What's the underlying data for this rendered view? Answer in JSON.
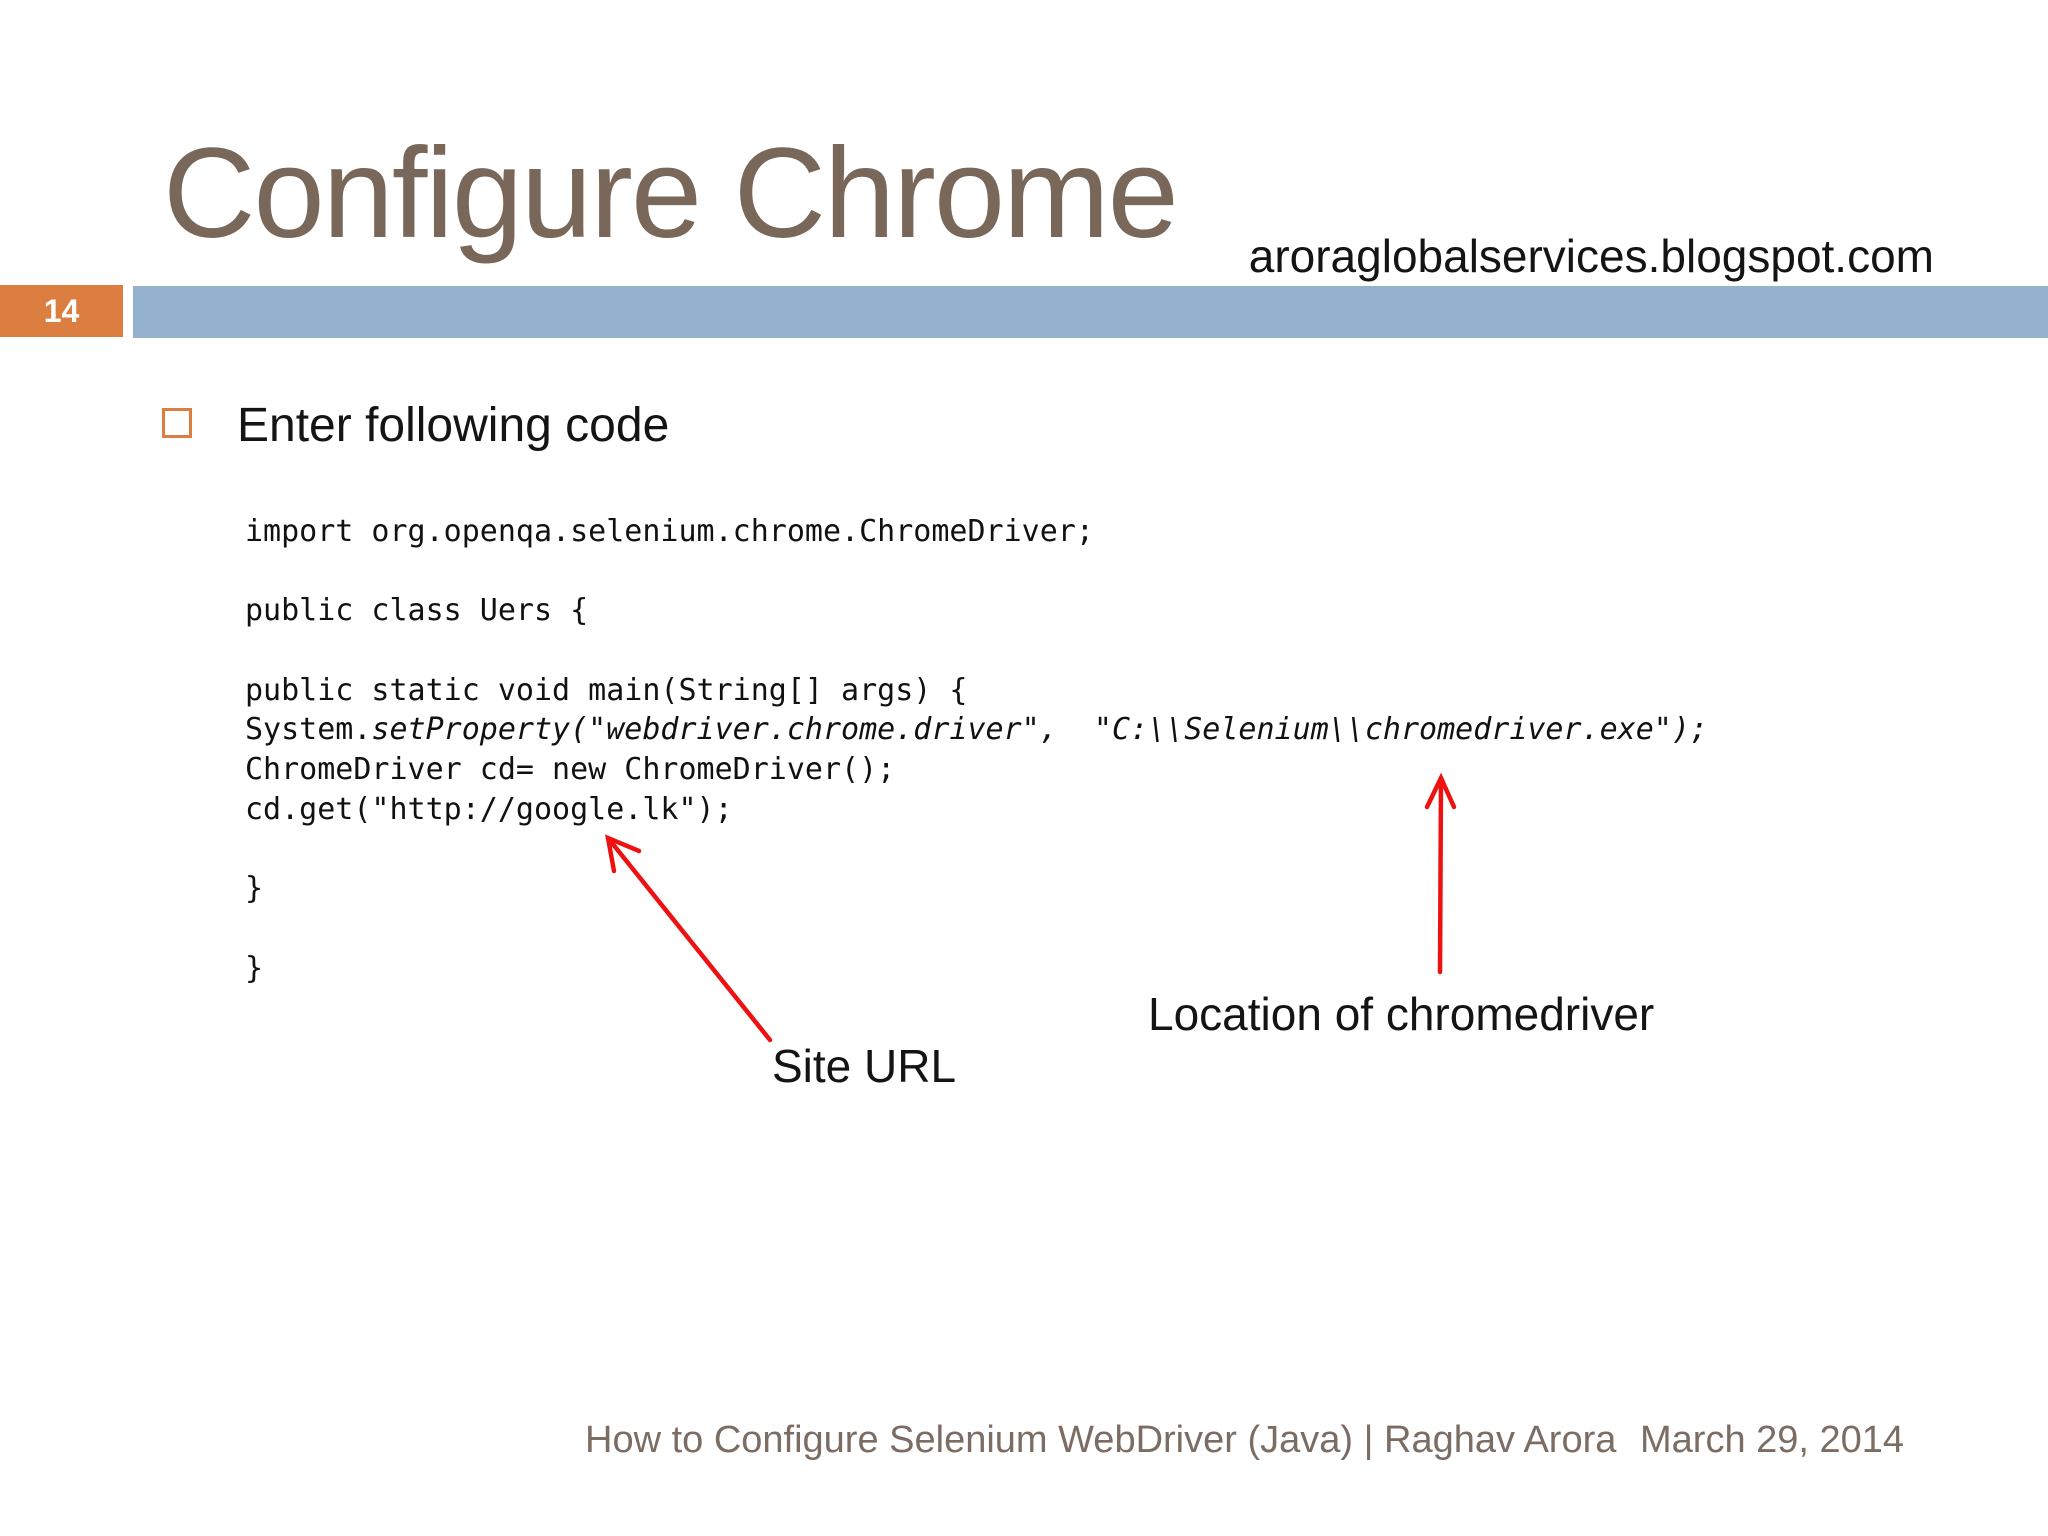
{
  "slide": {
    "title": "Configure Chrome",
    "watermark": "aroraglobalservices.blogspot.com",
    "slide_number": "14",
    "heading": "Enter following code",
    "code": {
      "lines": [
        [
          {
            "t": "import org.openqa.selenium.chrome.ChromeDriver;",
            "i": false
          }
        ],
        [],
        [
          {
            "t": "public class Uers {",
            "i": false
          }
        ],
        [],
        [
          {
            "t": "public static void main(String[] args) {",
            "i": false
          }
        ],
        [
          {
            "t": "System.",
            "i": false
          },
          {
            "t": "setProperty(\"webdriver.chrome.driver\",  \"C:\\\\Selenium\\\\chromedriver.exe\");",
            "i": true
          }
        ],
        [
          {
            "t": "ChromeDriver cd= new ChromeDriver();",
            "i": false
          }
        ],
        [
          {
            "t": "cd.get(\"http://google.lk\");",
            "i": false
          }
        ],
        [],
        [
          {
            "t": "}",
            "i": false
          }
        ],
        [],
        [
          {
            "t": "}",
            "i": false
          }
        ]
      ]
    },
    "annotations": {
      "site_url_label": "Site URL",
      "chromedriver_label": "Location of chromedriver"
    },
    "footer": {
      "left": "How to Configure Selenium WebDriver (Java) | Raghav Arora",
      "date": "March 29, 2014"
    },
    "colors": {
      "title": "#796759",
      "accent_orange": "#dd7e41",
      "bar_blue": "#94b1ce",
      "arrow_red": "#ee1111",
      "footer": "#7c6d64"
    }
  }
}
